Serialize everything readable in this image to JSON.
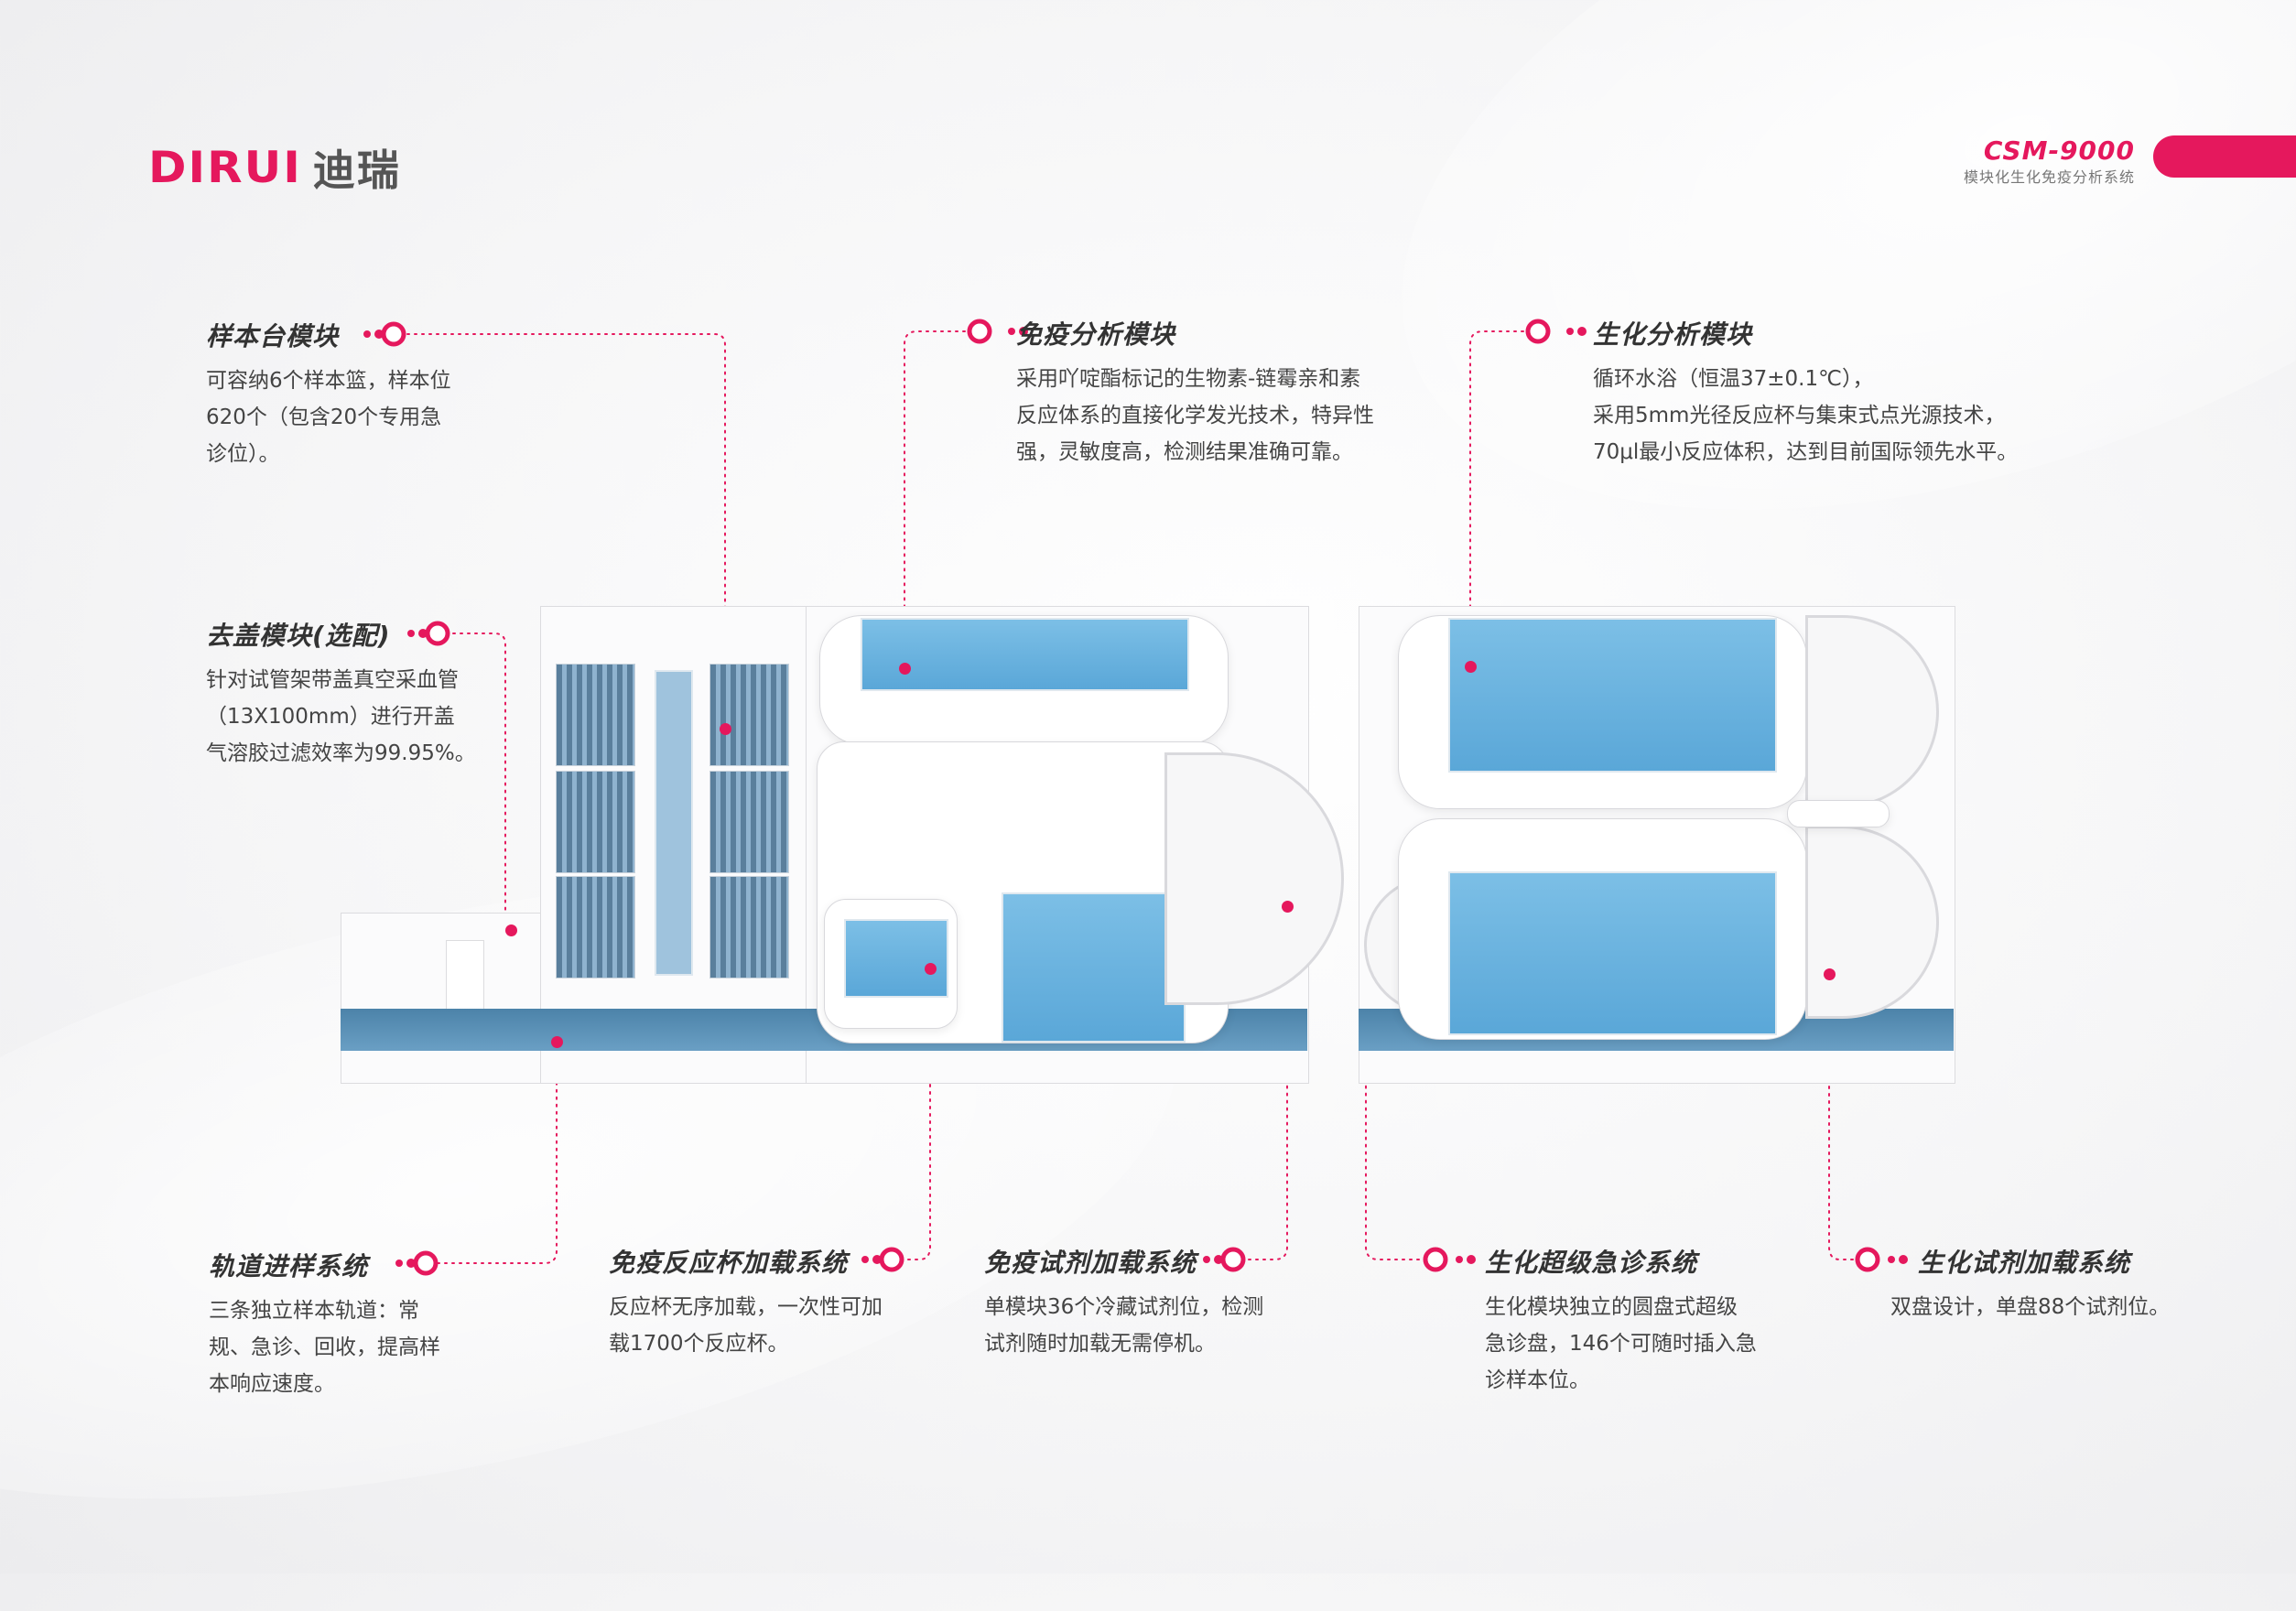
{
  "brand": {
    "latin": "DIRUI",
    "cn": "迪瑞"
  },
  "model": {
    "name": "CSM-9000",
    "subtitle": "模块化生化免疫分析系统"
  },
  "colors": {
    "accent": "#e5185d",
    "text": "#333333",
    "module_blue": "#6ab2df"
  },
  "annotations": {
    "sample_platform": {
      "title": "样本台模块",
      "lines": [
        "可容纳6个样本篮，样本位",
        "620个（包含20个专用急",
        "诊位）。"
      ]
    },
    "decap": {
      "title": "去盖模块(选配)",
      "lines": [
        "针对试管架带盖真空采血管",
        "（13X100mm）进行开盖",
        "气溶胶过滤效率为99.95%。"
      ]
    },
    "immuno": {
      "title": "免疫分析模块",
      "lines": [
        "采用吖啶酯标记的生物素-链霉亲和素",
        "反应体系的直接化学发光技术，特异性",
        "强，灵敏度高，检测结果准确可靠。"
      ]
    },
    "biochem": {
      "title": "生化分析模块",
      "lines": [
        "循环水浴（恒温37±0.1℃），",
        "采用5mm光径反应杯与集束式点光源技术，",
        "70μl最小反应体积，达到目前国际领先水平。"
      ]
    },
    "rail": {
      "title": "轨道进样系统",
      "lines": [
        "三条独立样本轨道：常",
        "规、急诊、回收，提高样",
        "本响应速度。"
      ]
    },
    "cuvette": {
      "title": "免疫反应杯加载系统",
      "lines": [
        "反应杯无序加载，一次性可加",
        "载1700个反应杯。"
      ]
    },
    "immuno_reagent": {
      "title": "免疫试剂加载系统",
      "lines": [
        "单模块36个冷藏试剂位，检测",
        "试剂随时加载无需停机。"
      ]
    },
    "stat": {
      "title": "生化超级急诊系统",
      "lines": [
        "生化模块独立的圆盘式超级",
        "急诊盘，146个可随时插入急",
        "诊样本位。"
      ]
    },
    "biochem_reagent": {
      "title": "生化试剂加载系统",
      "lines": [
        "双盘设计，单盘88个试剂位。"
      ]
    }
  }
}
